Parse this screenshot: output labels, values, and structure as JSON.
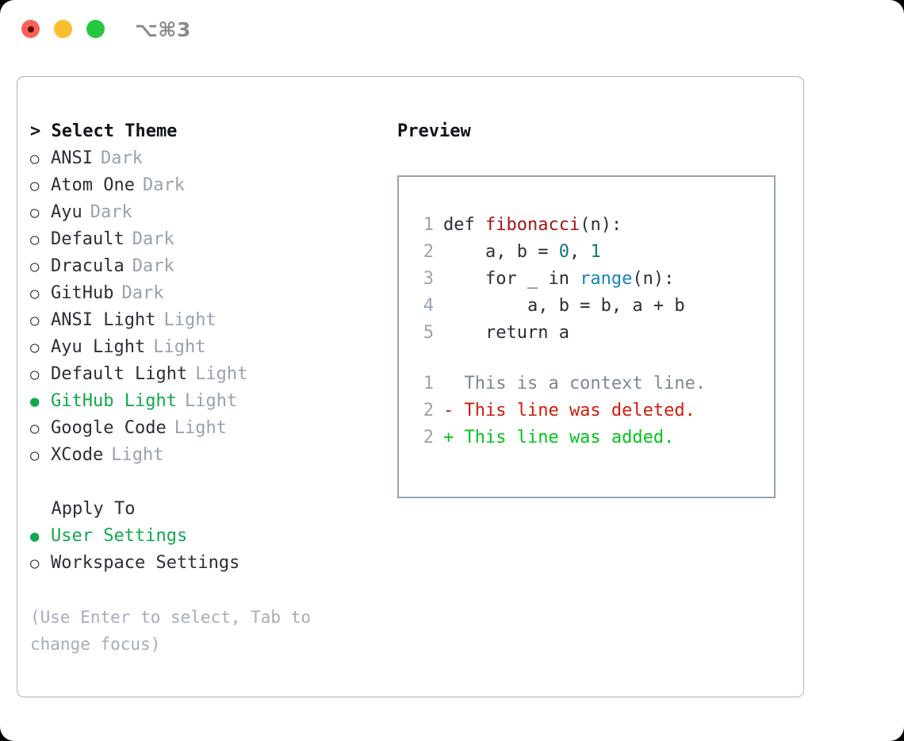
{
  "titlebar": {
    "shortcut": "⌥⌘3",
    "lights": [
      {
        "name": "close-button",
        "color": "#fa6158"
      },
      {
        "name": "minimize-button",
        "color": "#fcbd2e"
      },
      {
        "name": "maximize-button",
        "color": "#26c73f"
      }
    ]
  },
  "theme_picker": {
    "header": "> Select Theme",
    "items": [
      {
        "marker": "○",
        "label": "ANSI",
        "kind": "Dark",
        "selected": false
      },
      {
        "marker": "○",
        "label": "Atom One",
        "kind": "Dark",
        "selected": false
      },
      {
        "marker": "○",
        "label": "Ayu",
        "kind": "Dark",
        "selected": false
      },
      {
        "marker": "○",
        "label": "Default",
        "kind": "Dark",
        "selected": false
      },
      {
        "marker": "○",
        "label": "Dracula",
        "kind": "Dark",
        "selected": false
      },
      {
        "marker": "○",
        "label": "GitHub",
        "kind": "Dark",
        "selected": false
      },
      {
        "marker": "○",
        "label": "ANSI Light",
        "kind": "Light",
        "selected": false
      },
      {
        "marker": "○",
        "label": "Ayu Light",
        "kind": "Light",
        "selected": false
      },
      {
        "marker": "○",
        "label": "Default Light",
        "kind": "Light",
        "selected": false
      },
      {
        "marker": "●",
        "label": "GitHub Light",
        "kind": "Light",
        "selected": true
      },
      {
        "marker": "○",
        "label": "Google Code",
        "kind": "Light",
        "selected": false
      },
      {
        "marker": "○",
        "label": "XCode",
        "kind": "Light",
        "selected": false
      }
    ]
  },
  "apply_to": {
    "header": "  Apply To",
    "items": [
      {
        "marker": "●",
        "label": "User Settings",
        "selected": true
      },
      {
        "marker": "○",
        "label": "Workspace Settings",
        "selected": false
      }
    ]
  },
  "hint": "(Use Enter to select, Tab to change focus)",
  "preview": {
    "header": "Preview",
    "code_lines": [
      {
        "no": "1",
        "tokens": [
          {
            "t": "def ",
            "c": "plain"
          },
          {
            "t": "fibonacci",
            "c": "fn"
          },
          {
            "t": "(n):",
            "c": "plain"
          }
        ]
      },
      {
        "no": "2",
        "tokens": [
          {
            "t": "    a, b = ",
            "c": "plain"
          },
          {
            "t": "0",
            "c": "num"
          },
          {
            "t": ", ",
            "c": "plain"
          },
          {
            "t": "1",
            "c": "num"
          }
        ]
      },
      {
        "no": "3",
        "tokens": [
          {
            "t": "    for _ in ",
            "c": "plain"
          },
          {
            "t": "range",
            "c": "call"
          },
          {
            "t": "(n):",
            "c": "plain"
          }
        ]
      },
      {
        "no": "4",
        "tokens": [
          {
            "t": "        a, b = b, a + b",
            "c": "plain"
          }
        ]
      },
      {
        "no": "5",
        "tokens": [
          {
            "t": "    return a",
            "c": "plain"
          }
        ]
      }
    ],
    "diff_lines": [
      {
        "no": "1",
        "text": "  This is a context line.",
        "kind": "ctx"
      },
      {
        "no": "2",
        "text": "- This line was deleted.",
        "kind": "del"
      },
      {
        "no": "2",
        "text": "+ This line was added.",
        "kind": "add"
      }
    ]
  },
  "colors": {
    "selection_green": "#12a84a",
    "diff_add_green": "#04c41f",
    "diff_del_red": "#d11a0a",
    "fn_red": "#a41515",
    "num_teal": "#0d7a74",
    "call_blue": "#1485b5",
    "muted_gray": "#98a2b0",
    "border_gray": "#aab4c0"
  }
}
